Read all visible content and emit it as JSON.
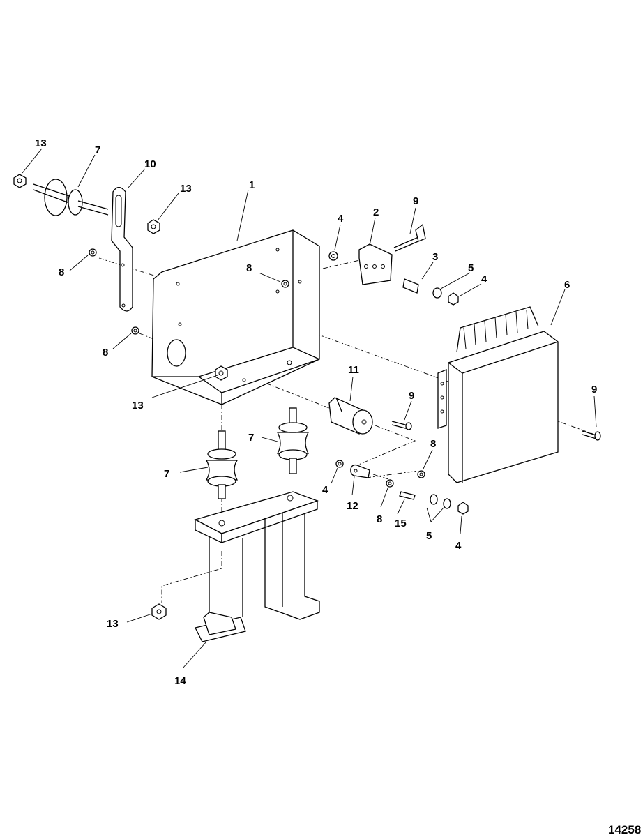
{
  "figure_number": "14258",
  "callouts": [
    {
      "id": "c13a",
      "label": "13"
    },
    {
      "id": "c7a",
      "label": "7"
    },
    {
      "id": "c10",
      "label": "10"
    },
    {
      "id": "c13b",
      "label": "13"
    },
    {
      "id": "c1",
      "label": "1"
    },
    {
      "id": "c8a",
      "label": "8"
    },
    {
      "id": "c8b",
      "label": "8"
    },
    {
      "id": "c8c",
      "label": "8"
    },
    {
      "id": "c4a",
      "label": "4"
    },
    {
      "id": "c2",
      "label": "2"
    },
    {
      "id": "c9a",
      "label": "9"
    },
    {
      "id": "c3",
      "label": "3"
    },
    {
      "id": "c5a",
      "label": "5"
    },
    {
      "id": "c4b",
      "label": "4"
    },
    {
      "id": "c6",
      "label": "6"
    },
    {
      "id": "c13c",
      "label": "13"
    },
    {
      "id": "c11",
      "label": "11"
    },
    {
      "id": "c9b",
      "label": "9"
    },
    {
      "id": "c9c",
      "label": "9"
    },
    {
      "id": "c7b",
      "label": "7"
    },
    {
      "id": "c7c",
      "label": "7"
    },
    {
      "id": "c8d",
      "label": "8"
    },
    {
      "id": "c4c",
      "label": "4"
    },
    {
      "id": "c12",
      "label": "12"
    },
    {
      "id": "c8e",
      "label": "8"
    },
    {
      "id": "c15",
      "label": "15"
    },
    {
      "id": "c5b",
      "label": "5"
    },
    {
      "id": "c4d",
      "label": "4"
    },
    {
      "id": "c13d",
      "label": "13"
    },
    {
      "id": "c14",
      "label": "14"
    }
  ]
}
